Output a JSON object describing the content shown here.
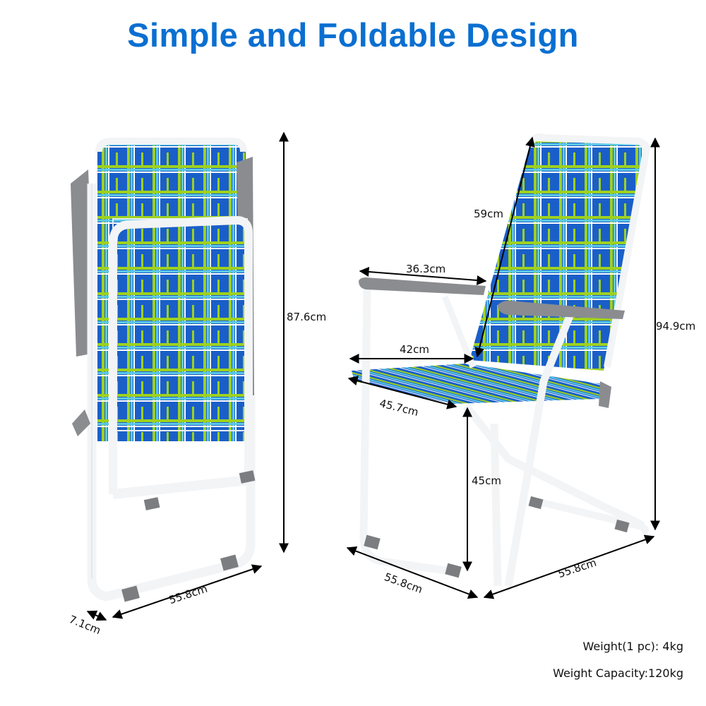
{
  "header": {
    "title": "Simple and Foldable Design"
  },
  "folded_chair": {
    "height_label": "87.6cm",
    "width_label": "55.8cm",
    "depth_label": "7.1cm"
  },
  "open_chair": {
    "backrest_label": "59cm",
    "armrest_label": "36.3cm",
    "seat_width_label": "42cm",
    "seat_depth_label": "45.7cm",
    "seat_height_label": "45cm",
    "total_height_label": "94.9cm",
    "base_depth_label": "55.8cm",
    "base_width_label": "55.8cm"
  },
  "specs": {
    "weight": "Weight(1 pc): 4kg",
    "capacity": "Weight Capacity:120kg"
  },
  "colors": {
    "title": "#0a6fd1",
    "webbing_blue": "#1a5fc8",
    "webbing_lime": "#9ed11f",
    "webbing_cyan": "#5cc8e6",
    "frame": "#f2f4f6",
    "armrest": "#8a8c90"
  }
}
